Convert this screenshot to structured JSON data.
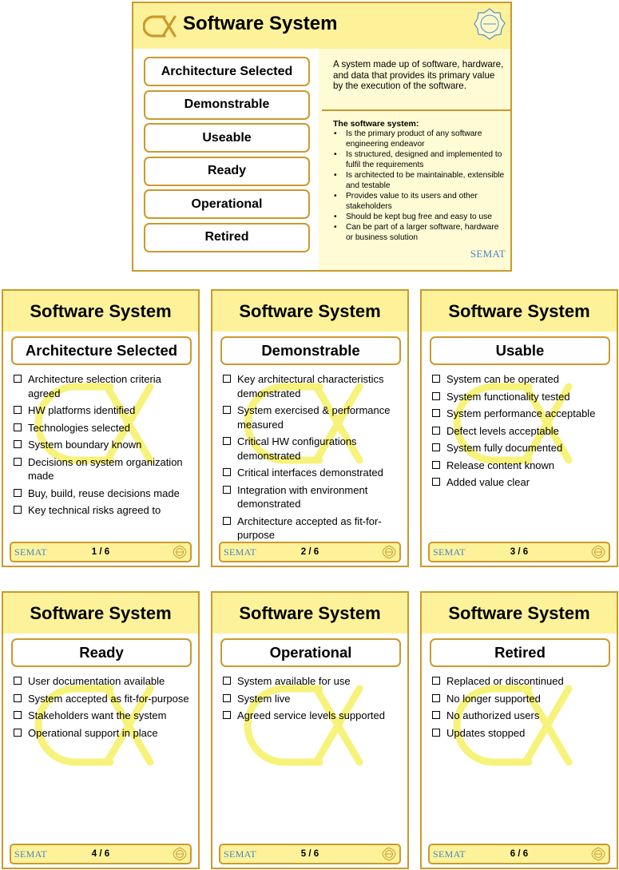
{
  "overview": {
    "title": "Software System",
    "logo_icon": "alpha-icon",
    "badge_icon": "gear-badge-icon",
    "states": [
      "Architecture Selected",
      "Demonstrable",
      "Useable",
      "Ready",
      "Operational",
      "Retired"
    ],
    "description": "A system made up of software, hardware, and data that provides its primary value by the execution of the software.",
    "list_title": "The software system:",
    "list": [
      "Is the primary product of any software engineering endeavor",
      "Is structured, designed and implemented to fulfil the requirements",
      "Is architected to be maintainable, extensible and testable",
      "Provides value to its users and other stakeholders",
      "Should be kept bug free and easy to use",
      "Can be part of a larger software, hardware or business solution"
    ],
    "brand": "SEMAT"
  },
  "cards": [
    {
      "title": "Software System",
      "state": "Architecture Selected",
      "items": [
        "Architecture selection criteria agreed",
        "HW platforms identified",
        "Technologies selected",
        "System boundary known",
        "Decisions on system organization made",
        "Buy, build, reuse decisions made",
        "Key technical risks agreed to"
      ],
      "page": "1 / 6",
      "brand": "SEMAT"
    },
    {
      "title": "Software System",
      "state": "Demonstrable",
      "items": [
        "Key architectural characteristics demonstrated",
        "System exercised & performance measured",
        "Critical HW configurations demonstrated",
        "Critical interfaces demonstrated",
        "Integration with environment demonstrated",
        "Architecture accepted as fit-for-purpose"
      ],
      "page": "2 / 6",
      "brand": "SEMAT"
    },
    {
      "title": "Software System",
      "state": "Usable",
      "items": [
        "System can be operated",
        "System functionality tested",
        "System performance acceptable",
        "Defect levels acceptable",
        "System fully documented",
        "Release content known",
        "Added value clear"
      ],
      "page": "3 / 6",
      "brand": "SEMAT"
    },
    {
      "title": "Software System",
      "state": "Ready",
      "items": [
        "User documentation available",
        "System accepted as fit-for-purpose",
        "Stakeholders want the system",
        "Operational support in place"
      ],
      "page": "4 / 6",
      "brand": "SEMAT"
    },
    {
      "title": "Software System",
      "state": "Operational",
      "items": [
        "System available for use",
        "System live",
        "Agreed service levels supported"
      ],
      "page": "5 / 6",
      "brand": "SEMAT"
    },
    {
      "title": "Software System",
      "state": "Retired",
      "items": [
        "Replaced or discontinued",
        "No longer supported",
        "No authorized users",
        "Updates stopped"
      ],
      "page": "6 / 6",
      "brand": "SEMAT"
    }
  ],
  "colors": {
    "header_fill": "#fdf29a",
    "border": "#c99a2e",
    "watermark": "#f7f27a",
    "brand_blue": "#4a86c4"
  }
}
